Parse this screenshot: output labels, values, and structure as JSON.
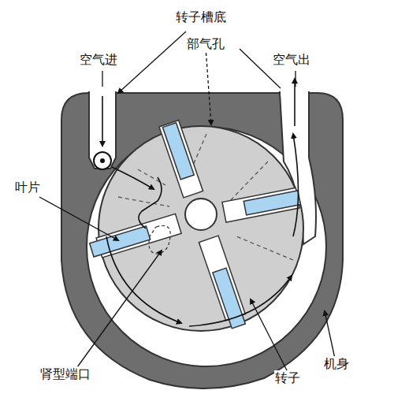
{
  "diagram": {
    "labels": [
      "转子槽底",
      "部气孔",
      "空气进",
      "空气出",
      "叶片",
      "肾型端口",
      "转子",
      "机身"
    ]
  }
}
